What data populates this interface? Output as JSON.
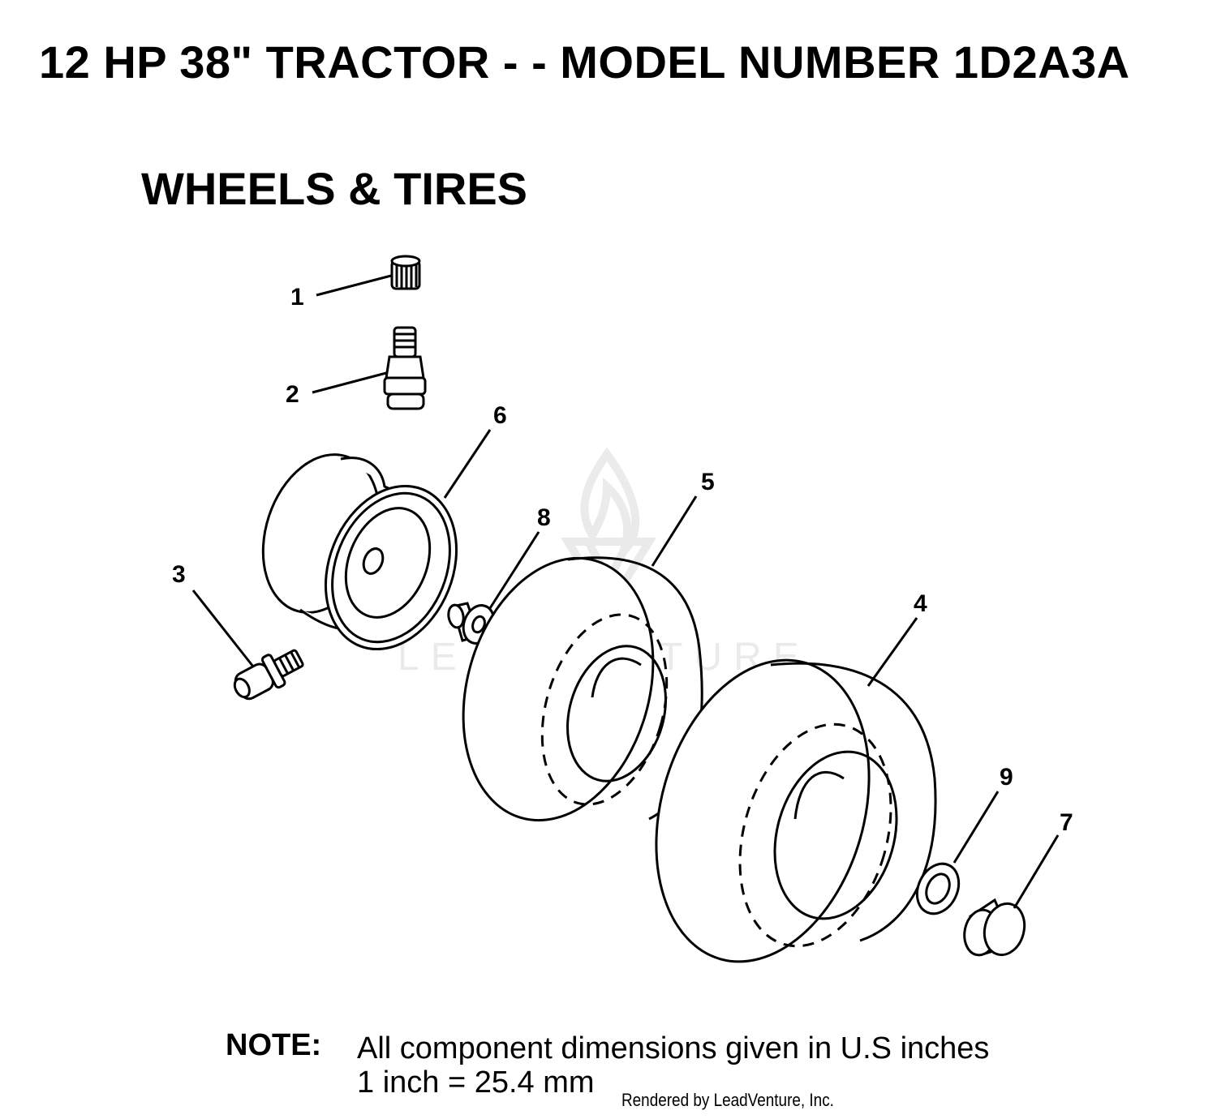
{
  "header": {
    "title": "12 HP 38\" TRACTOR - - MODEL NUMBER 1D2A3A",
    "section_title": "WHEELS & TIRES"
  },
  "callouts": [
    "1",
    "2",
    "3",
    "4",
    "5",
    "6",
    "7",
    "8",
    "9"
  ],
  "watermark": {
    "text": "LEADVENTURE"
  },
  "note": {
    "label": "NOTE:",
    "line1": "All component dimensions given in U.S  inches",
    "line2": "1 inch = 25.4 mm"
  },
  "footer": {
    "credit": "Rendered by LeadVenture, Inc."
  }
}
